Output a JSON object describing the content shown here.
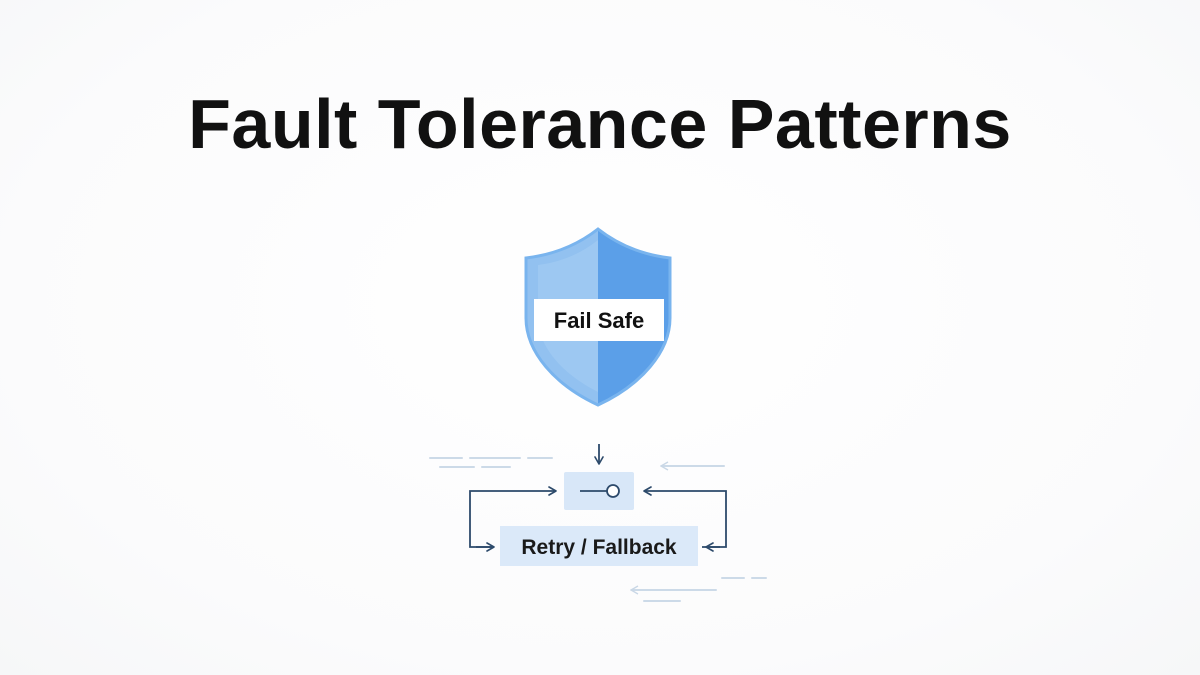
{
  "title": "Fault Tolerance Patterns",
  "shield": {
    "label": "Fail Safe",
    "colors": {
      "left": "#8fbff0",
      "right": "#5a9ee8",
      "border": "#6fb0ee"
    }
  },
  "circuit": {
    "switch_icon": "switch-icon",
    "box_color": "#d9e8f8"
  },
  "retry": {
    "label": "Retry / Fallback",
    "box_color": "#dbe9f9"
  },
  "colors": {
    "arrow": "#2d4a6b",
    "dash": "#c9d7e6"
  }
}
